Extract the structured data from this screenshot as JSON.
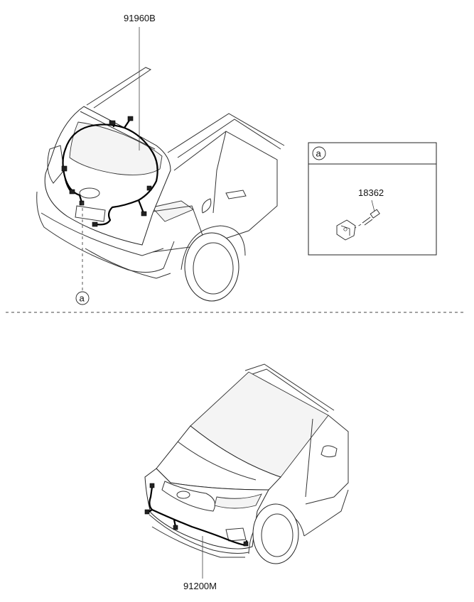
{
  "parts": {
    "tailgate_harness": "91960B",
    "front_harness": "91200M",
    "bolt": "18362"
  },
  "detail": {
    "marker": "a",
    "box_marker": "a"
  }
}
